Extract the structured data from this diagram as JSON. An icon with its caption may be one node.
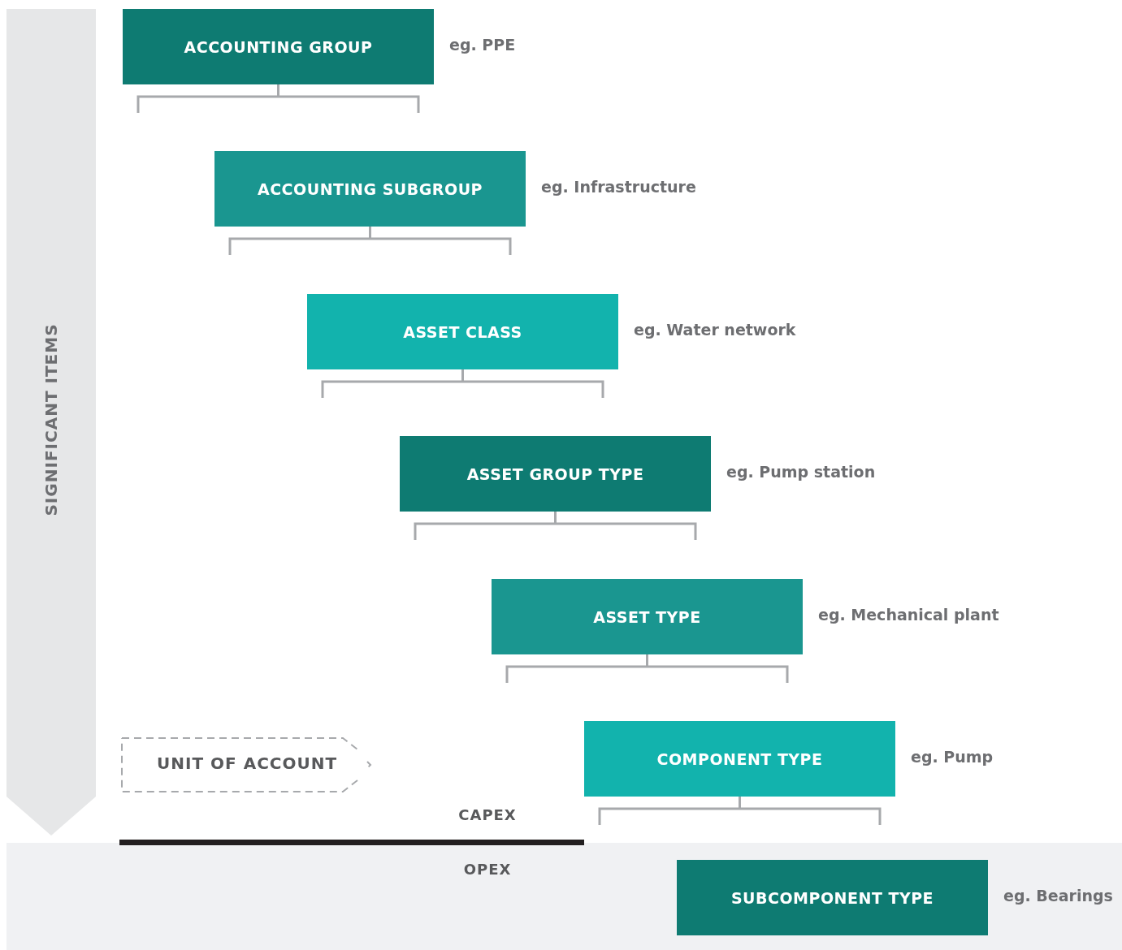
{
  "diagram": {
    "nodes": [
      {
        "text": [
          "ACCOUNTING GROUP"
        ],
        "beside": [
          "eg. PPE"
        ]
      },
      {
        "text": [
          "ACCOUNTING SUBGROUP"
        ],
        "beside": [
          "eg. Infrastructure"
        ]
      },
      {
        "text": [
          "ASSET CLASS"
        ],
        "beside": [
          "eg. Water network"
        ]
      },
      {
        "text": [
          "ASSET GROUP TYPE"
        ],
        "beside": [
          "eg. Pump station"
        ]
      },
      {
        "text": [
          "ASSET TYPE"
        ],
        "beside": [
          "eg. Mechanical plant"
        ]
      },
      {
        "text": [
          "SIGNIFICANT ITEMS"
        ]
      },
      {
        "text": [
          "UNIT OF ACCOUNT"
        ]
      },
      {
        "text": [
          "COMPONENT TYPE"
        ],
        "beside": [
          "eg. Pump"
        ]
      },
      {
        "text": [
          "OPEX"
        ]
      },
      {
        "text": [
          "SUBCOMPONENT TYPE"
        ],
        "beside": [
          "eg. Bearings"
        ],
        "in": 8
      }
    ],
    "edges": [],
    "labels": [
      "CAPEX"
    ]
  }
}
